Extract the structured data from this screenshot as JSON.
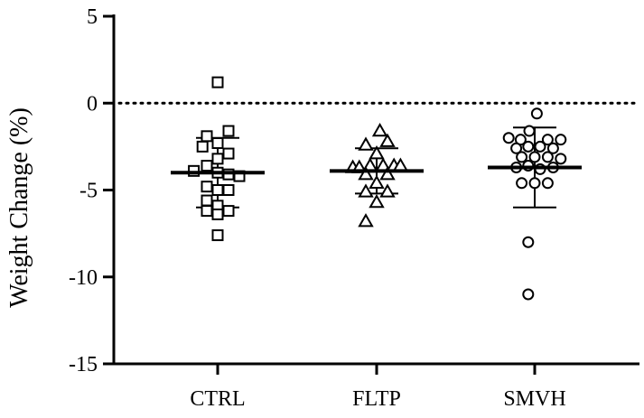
{
  "chart_data": {
    "type": "scatter",
    "ylabel": "Weight Change (%)",
    "xlabel": "",
    "ylim": [
      -15,
      5
    ],
    "yticks": [
      5,
      0,
      -5,
      -10,
      -15
    ],
    "reference_line": {
      "y": 0,
      "style": "dotted"
    },
    "grid": false,
    "legend": "none",
    "categories": [
      "CTRL",
      "FLTP",
      "SMVH"
    ],
    "groups": [
      {
        "category": "CTRL",
        "marker": "square",
        "mean": -4.0,
        "sd": 2.0,
        "points": [
          {
            "offset": 0,
            "y": 1.2
          },
          {
            "offset": -1,
            "y": -1.9
          },
          {
            "offset": 1,
            "y": -1.6
          },
          {
            "offset": -1.4,
            "y": -2.5
          },
          {
            "offset": 0,
            "y": -2.3
          },
          {
            "offset": 1,
            "y": -2.9
          },
          {
            "offset": 0,
            "y": -3.2
          },
          {
            "offset": -2.2,
            "y": -3.9
          },
          {
            "offset": -1,
            "y": -3.6
          },
          {
            "offset": 0,
            "y": -4.0
          },
          {
            "offset": 1,
            "y": -4.1
          },
          {
            "offset": 2,
            "y": -4.2
          },
          {
            "offset": -1,
            "y": -4.8
          },
          {
            "offset": 0,
            "y": -5.0
          },
          {
            "offset": 1,
            "y": -5.0
          },
          {
            "offset": -1,
            "y": -5.6
          },
          {
            "offset": 0,
            "y": -5.9
          },
          {
            "offset": -1,
            "y": -6.2
          },
          {
            "offset": 1,
            "y": -6.2
          },
          {
            "offset": 0,
            "y": -6.4
          },
          {
            "offset": 0,
            "y": -7.6
          }
        ]
      },
      {
        "category": "FLTP",
        "marker": "triangle",
        "mean": -3.9,
        "sd": 1.3,
        "points": [
          {
            "offset": 0.3,
            "y": -1.6
          },
          {
            "offset": -1,
            "y": -2.4
          },
          {
            "offset": 1,
            "y": -2.2
          },
          {
            "offset": 0,
            "y": -2.9
          },
          {
            "offset": -2.2,
            "y": -3.7
          },
          {
            "offset": -1.6,
            "y": -3.7
          },
          {
            "offset": -0.6,
            "y": -3.6
          },
          {
            "offset": 0.6,
            "y": -3.6
          },
          {
            "offset": 1.6,
            "y": -3.6
          },
          {
            "offset": 2.2,
            "y": -3.6
          },
          {
            "offset": -1,
            "y": -4.1
          },
          {
            "offset": 1,
            "y": -4.1
          },
          {
            "offset": 0,
            "y": -4.6
          },
          {
            "offset": -1,
            "y": -5.1
          },
          {
            "offset": 1,
            "y": -5.1
          },
          {
            "offset": 0,
            "y": -5.7
          },
          {
            "offset": -1,
            "y": -6.8
          }
        ]
      },
      {
        "category": "SMVH",
        "marker": "circle",
        "mean": -3.7,
        "sd": 2.3,
        "points": [
          {
            "offset": 0.2,
            "y": -0.6
          },
          {
            "offset": -0.5,
            "y": -1.6
          },
          {
            "offset": -2.4,
            "y": -2.0
          },
          {
            "offset": -1.3,
            "y": -2.1
          },
          {
            "offset": 1.2,
            "y": -2.1
          },
          {
            "offset": 2.4,
            "y": -2.1
          },
          {
            "offset": -1.7,
            "y": -2.6
          },
          {
            "offset": -0.6,
            "y": -2.5
          },
          {
            "offset": 0.5,
            "y": -2.5
          },
          {
            "offset": 1.7,
            "y": -2.6
          },
          {
            "offset": 0,
            "y": -3.1
          },
          {
            "offset": -1.2,
            "y": -3.1
          },
          {
            "offset": 1.2,
            "y": -3.1
          },
          {
            "offset": 2.4,
            "y": -3.2
          },
          {
            "offset": 1.7,
            "y": -3.7
          },
          {
            "offset": -1.7,
            "y": -3.7
          },
          {
            "offset": -0.6,
            "y": -3.6
          },
          {
            "offset": 0.5,
            "y": -3.8
          },
          {
            "offset": -1.2,
            "y": -4.6
          },
          {
            "offset": 0,
            "y": -4.6
          },
          {
            "offset": 1.2,
            "y": -4.6
          },
          {
            "offset": -0.6,
            "y": -8.0
          },
          {
            "offset": -0.6,
            "y": -11.0
          }
        ]
      }
    ]
  }
}
